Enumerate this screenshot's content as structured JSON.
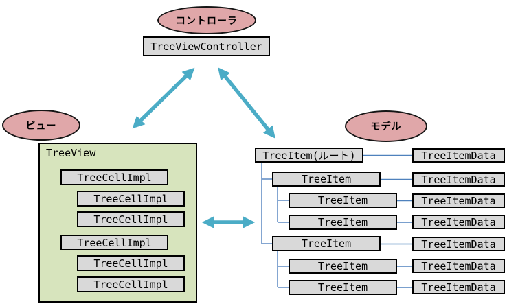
{
  "colors": {
    "ellipse_fill": "#E0A7A9",
    "class_box_fill": "#D9D9D9",
    "view_container_fill": "#D7E4BD",
    "connector_line": "#4F81BD",
    "arrow": "#4BACC6",
    "border": "#000000"
  },
  "controller": {
    "ellipse_label": "コントローラ",
    "class_box_label": "TreeViewController"
  },
  "view": {
    "ellipse_label": "ビュー",
    "container_label": "TreeView",
    "cells": [
      {
        "label": "TreeCellImpl"
      },
      {
        "label": "TreeCellImpl"
      },
      {
        "label": "TreeCellImpl"
      },
      {
        "label": "TreeCellImpl"
      },
      {
        "label": "TreeCellImpl"
      },
      {
        "label": "TreeCellImpl"
      }
    ]
  },
  "model": {
    "ellipse_label": "モデル",
    "items": [
      {
        "label": "TreeItem(ルート)"
      },
      {
        "label": "TreeItem"
      },
      {
        "label": "TreeItem"
      },
      {
        "label": "TreeItem"
      },
      {
        "label": "TreeItem"
      },
      {
        "label": "TreeItem"
      },
      {
        "label": "TreeItem"
      }
    ],
    "data_boxes": [
      {
        "label": "TreeItemData"
      },
      {
        "label": "TreeItemData"
      },
      {
        "label": "TreeItemData"
      },
      {
        "label": "TreeItemData"
      },
      {
        "label": "TreeItemData"
      },
      {
        "label": "TreeItemData"
      },
      {
        "label": "TreeItemData"
      }
    ]
  }
}
